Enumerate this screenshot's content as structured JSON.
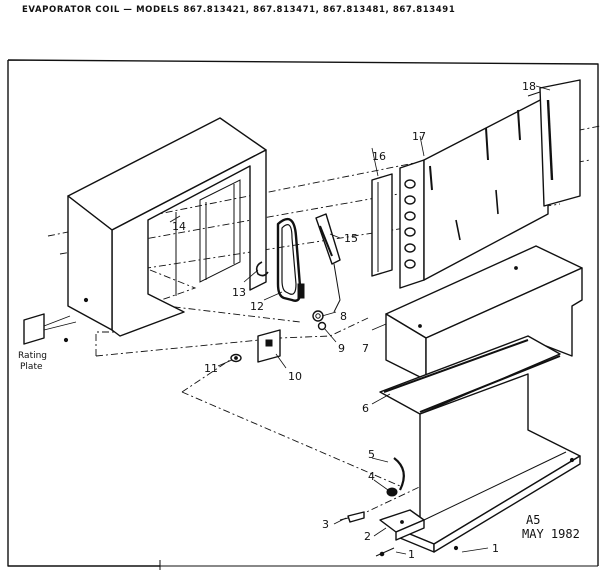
{
  "header": {
    "title": "EVAPORATOR COIL — MODELS 867.813421, 867.813471, 867.813481, 867.813491"
  },
  "callouts": {
    "n1a": "1",
    "n1b": "1",
    "n2": "2",
    "n3": "3",
    "n4": "4",
    "n5": "5",
    "n6": "6",
    "n7": "7",
    "n8": "8",
    "n9": "9",
    "n10": "10",
    "n11": "11",
    "n12": "12",
    "n13": "13",
    "n14": "14",
    "n15": "15",
    "n16": "16",
    "n17": "17",
    "n18": "18"
  },
  "labels": {
    "rating_plate_line1": "Rating",
    "rating_plate_line2": "Plate"
  },
  "stamp": {
    "code": "A5",
    "date": "MAY 1982"
  }
}
